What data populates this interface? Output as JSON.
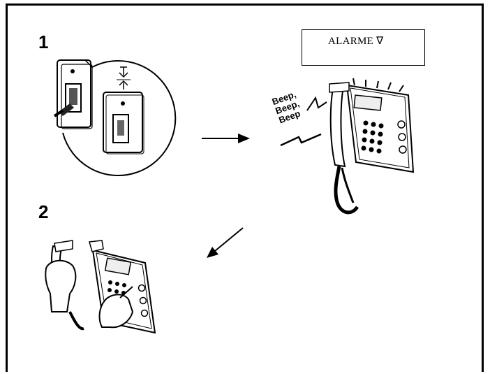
{
  "steps": {
    "step1": "1",
    "step2": "2"
  },
  "display": {
    "text": "ALARME ∇"
  },
  "beep": {
    "lines": [
      "Beep,",
      "Beep,",
      "Beep"
    ]
  }
}
